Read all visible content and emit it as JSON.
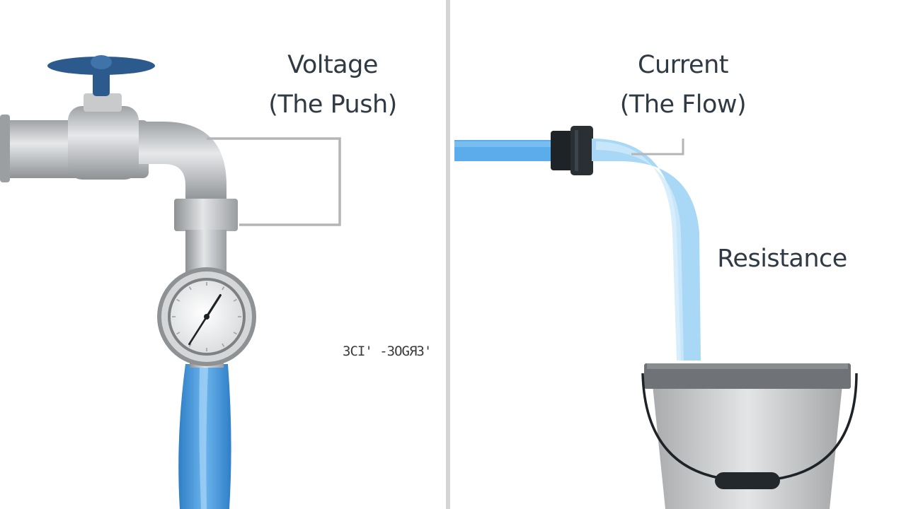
{
  "labels": {
    "voltage_line1": "Voltage",
    "voltage_line2": "(The Push)",
    "current_line1": "Current",
    "current_line2": "(The Flow)",
    "resistance": "Resistance",
    "noise": "ЗСI' -ЗОGЯЗ'"
  },
  "gauge": {
    "needle_level": 0.62
  },
  "colors": {
    "label_text": "#2f3a45",
    "faucet_handle": "#2c5a8c",
    "pipe": "#b6b9bc",
    "water_left": "#4a98dc",
    "water_right": "#8fcaf2",
    "hose": "#5aacea",
    "nozzle": "#1e2328",
    "bucket": "#c6c8ca",
    "bucket_rim": "#6f7276",
    "divider": "#d4d4d4",
    "bracket": "#b5b5b5"
  }
}
